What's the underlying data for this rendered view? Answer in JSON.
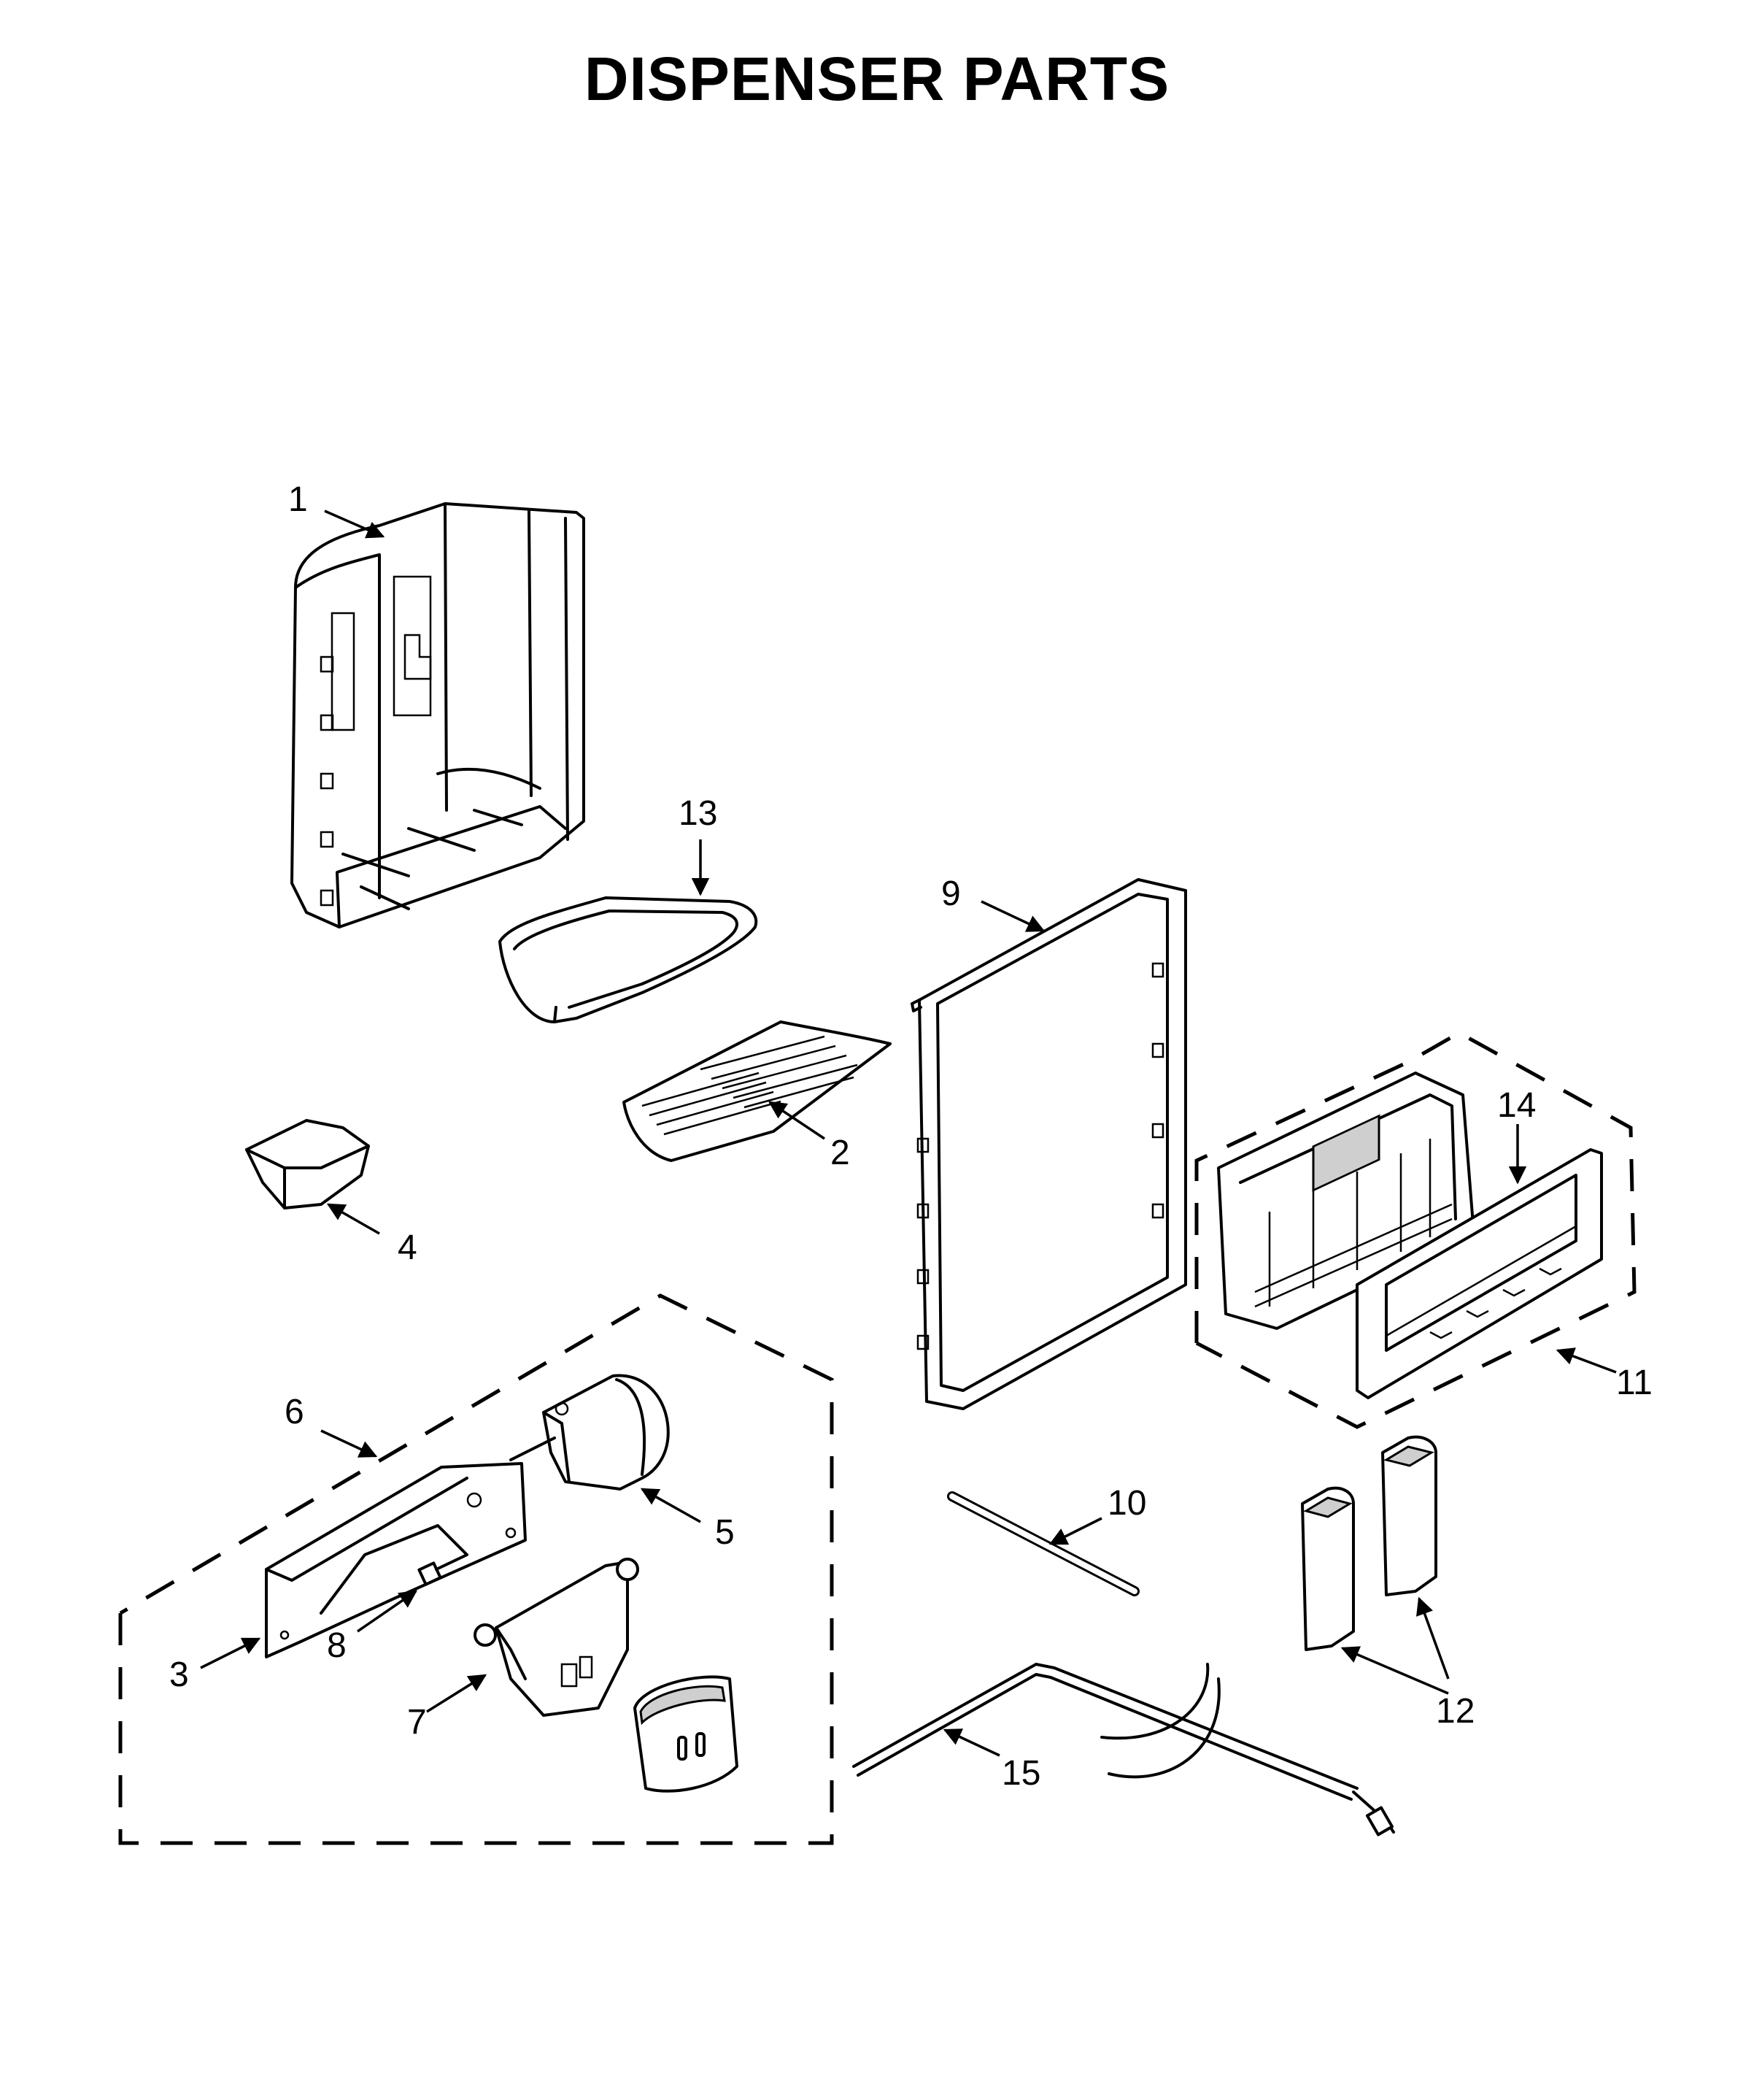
{
  "title": "DISPENSER PARTS",
  "callouts": {
    "p1": "1",
    "p2": "2",
    "p3": "3",
    "p4": "4",
    "p5": "5",
    "p6": "6",
    "p7": "7",
    "p8": "8",
    "p9": "9",
    "p10": "10",
    "p11": "11",
    "p12": "12",
    "p13": "13",
    "p14": "14",
    "p15": "15"
  }
}
